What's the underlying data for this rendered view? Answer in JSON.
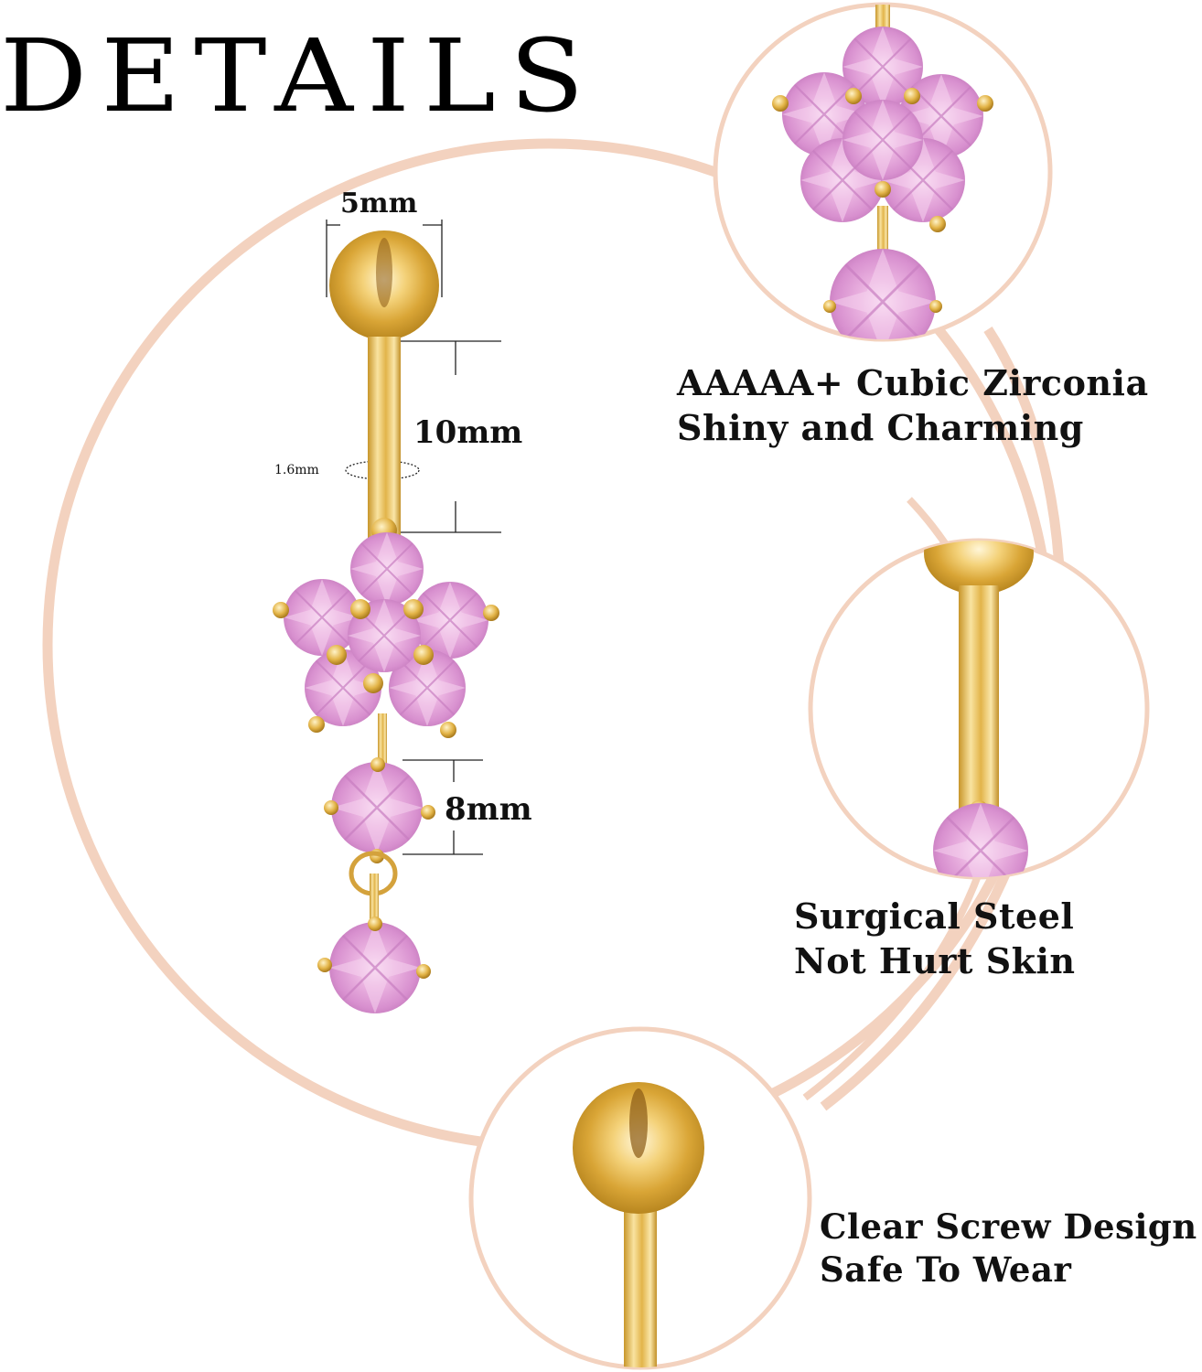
{
  "page": {
    "title": "DETAILS",
    "colors": {
      "accent_ring": "#f3d2bf",
      "gold": "#e8bb4a",
      "gold_dark": "#a87a1e",
      "gem_pink": "#e8a9dc",
      "gem_pink_dark": "#c77ec0",
      "text": "#111111",
      "background": "#ffffff"
    }
  },
  "dimensions": {
    "ball_width": "5mm",
    "bar_length": "10mm",
    "bar_gauge": "1.6mm",
    "dangle_gem": "8mm"
  },
  "features": [
    {
      "id": "zirconia",
      "line1": "AAAAA+ Cubic Zirconia",
      "line2": "Shiny and Charming",
      "detail_image": "flower-closeup"
    },
    {
      "id": "steel",
      "line1": "Surgical Steel",
      "line2": "Not Hurt Skin",
      "detail_image": "bar-closeup"
    },
    {
      "id": "screw",
      "line1": "Clear Screw Design",
      "line2": "Safe To Wear",
      "detail_image": "ball-closeup"
    }
  ]
}
